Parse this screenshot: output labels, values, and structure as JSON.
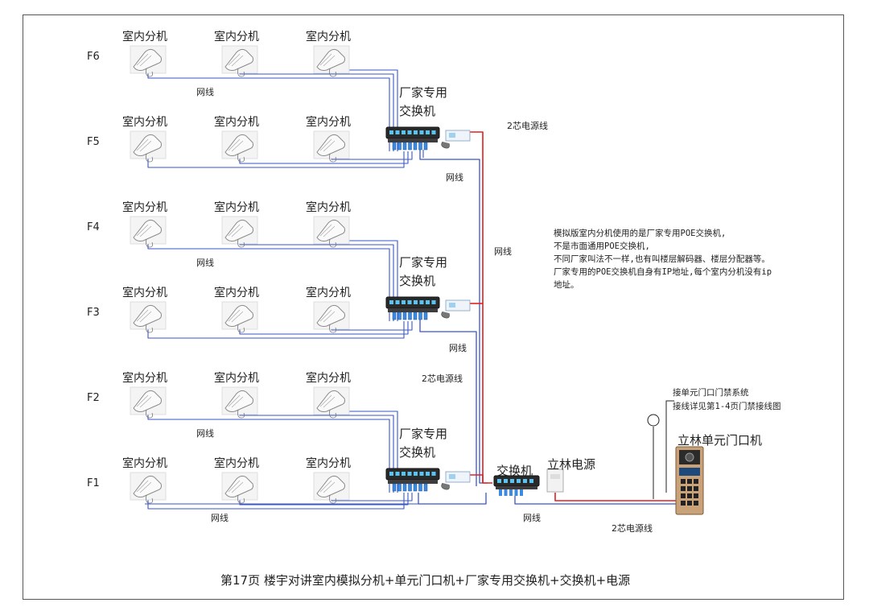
{
  "floors": [
    "F6",
    "F5",
    "F4",
    "F3",
    "F2",
    "F1"
  ],
  "indoor_unit_label": "室内分机",
  "network_cable_label": "网线",
  "power_cable_label": "2芯电源线",
  "vendor_switch_label": [
    "厂家专用",
    "交换机"
  ],
  "switch_label": "交换机",
  "power_supply_label": "立林电源",
  "door_station_label": "立林单元门口机",
  "access_control_note": [
    "接单元门口门禁系统",
    "接线详见第1-4页门禁接线图"
  ],
  "explanation_note": [
    "模拟版室内分机使用的是厂家专用POE交换机,",
    "不是市面通用POE交换机,",
    "不同厂家叫法不一样,也有叫楼层解码器、楼层分配器等。",
    "厂家专用的POE交换机自身有IP地址,每个室内分机没有ip",
    "地址。"
  ],
  "caption": "第17页  楼宇对讲室内模拟分机+单元门口机+厂家专用交换机+交换机+电源",
  "colors": {
    "network": "#3a55c8",
    "power": "#e02020",
    "frame": "#555555"
  }
}
